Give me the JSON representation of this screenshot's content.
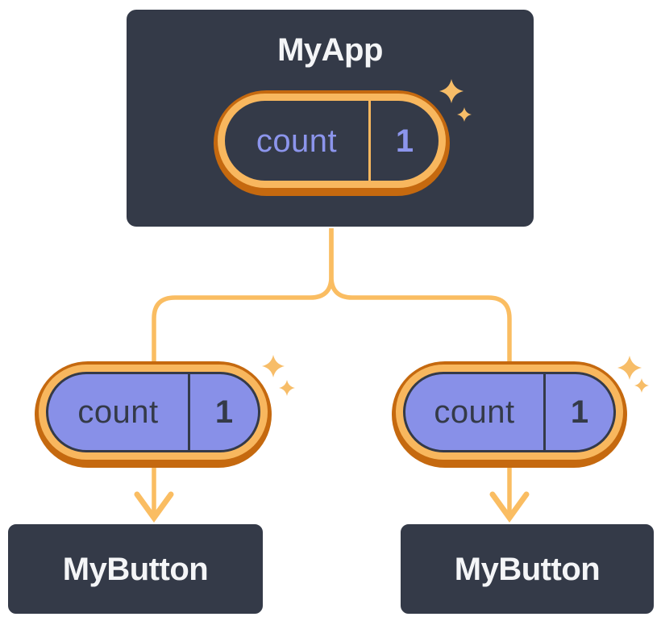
{
  "diagram": {
    "type": "react-component-tree",
    "root": {
      "title": "MyApp",
      "state": {
        "label": "count",
        "value": "1"
      }
    },
    "children": [
      {
        "title": "MyButton",
        "state": {
          "label": "count",
          "value": "1"
        }
      },
      {
        "title": "MyButton",
        "state": {
          "label": "count",
          "value": "1"
        }
      }
    ]
  },
  "colors": {
    "background": "#ffffff",
    "panel_fill": "#343A48",
    "panel_border": "#ffffff",
    "pill_purple": "#8890E8",
    "pill_text_periwinkle": "#8C95EC",
    "pill_text_dark": "#343A48",
    "ring_orange_dark": "#C5690F",
    "ring_orange_light": "#F8B75E",
    "connector_orange": "#FABD62",
    "sparkle_orange": "#F7BD68"
  }
}
